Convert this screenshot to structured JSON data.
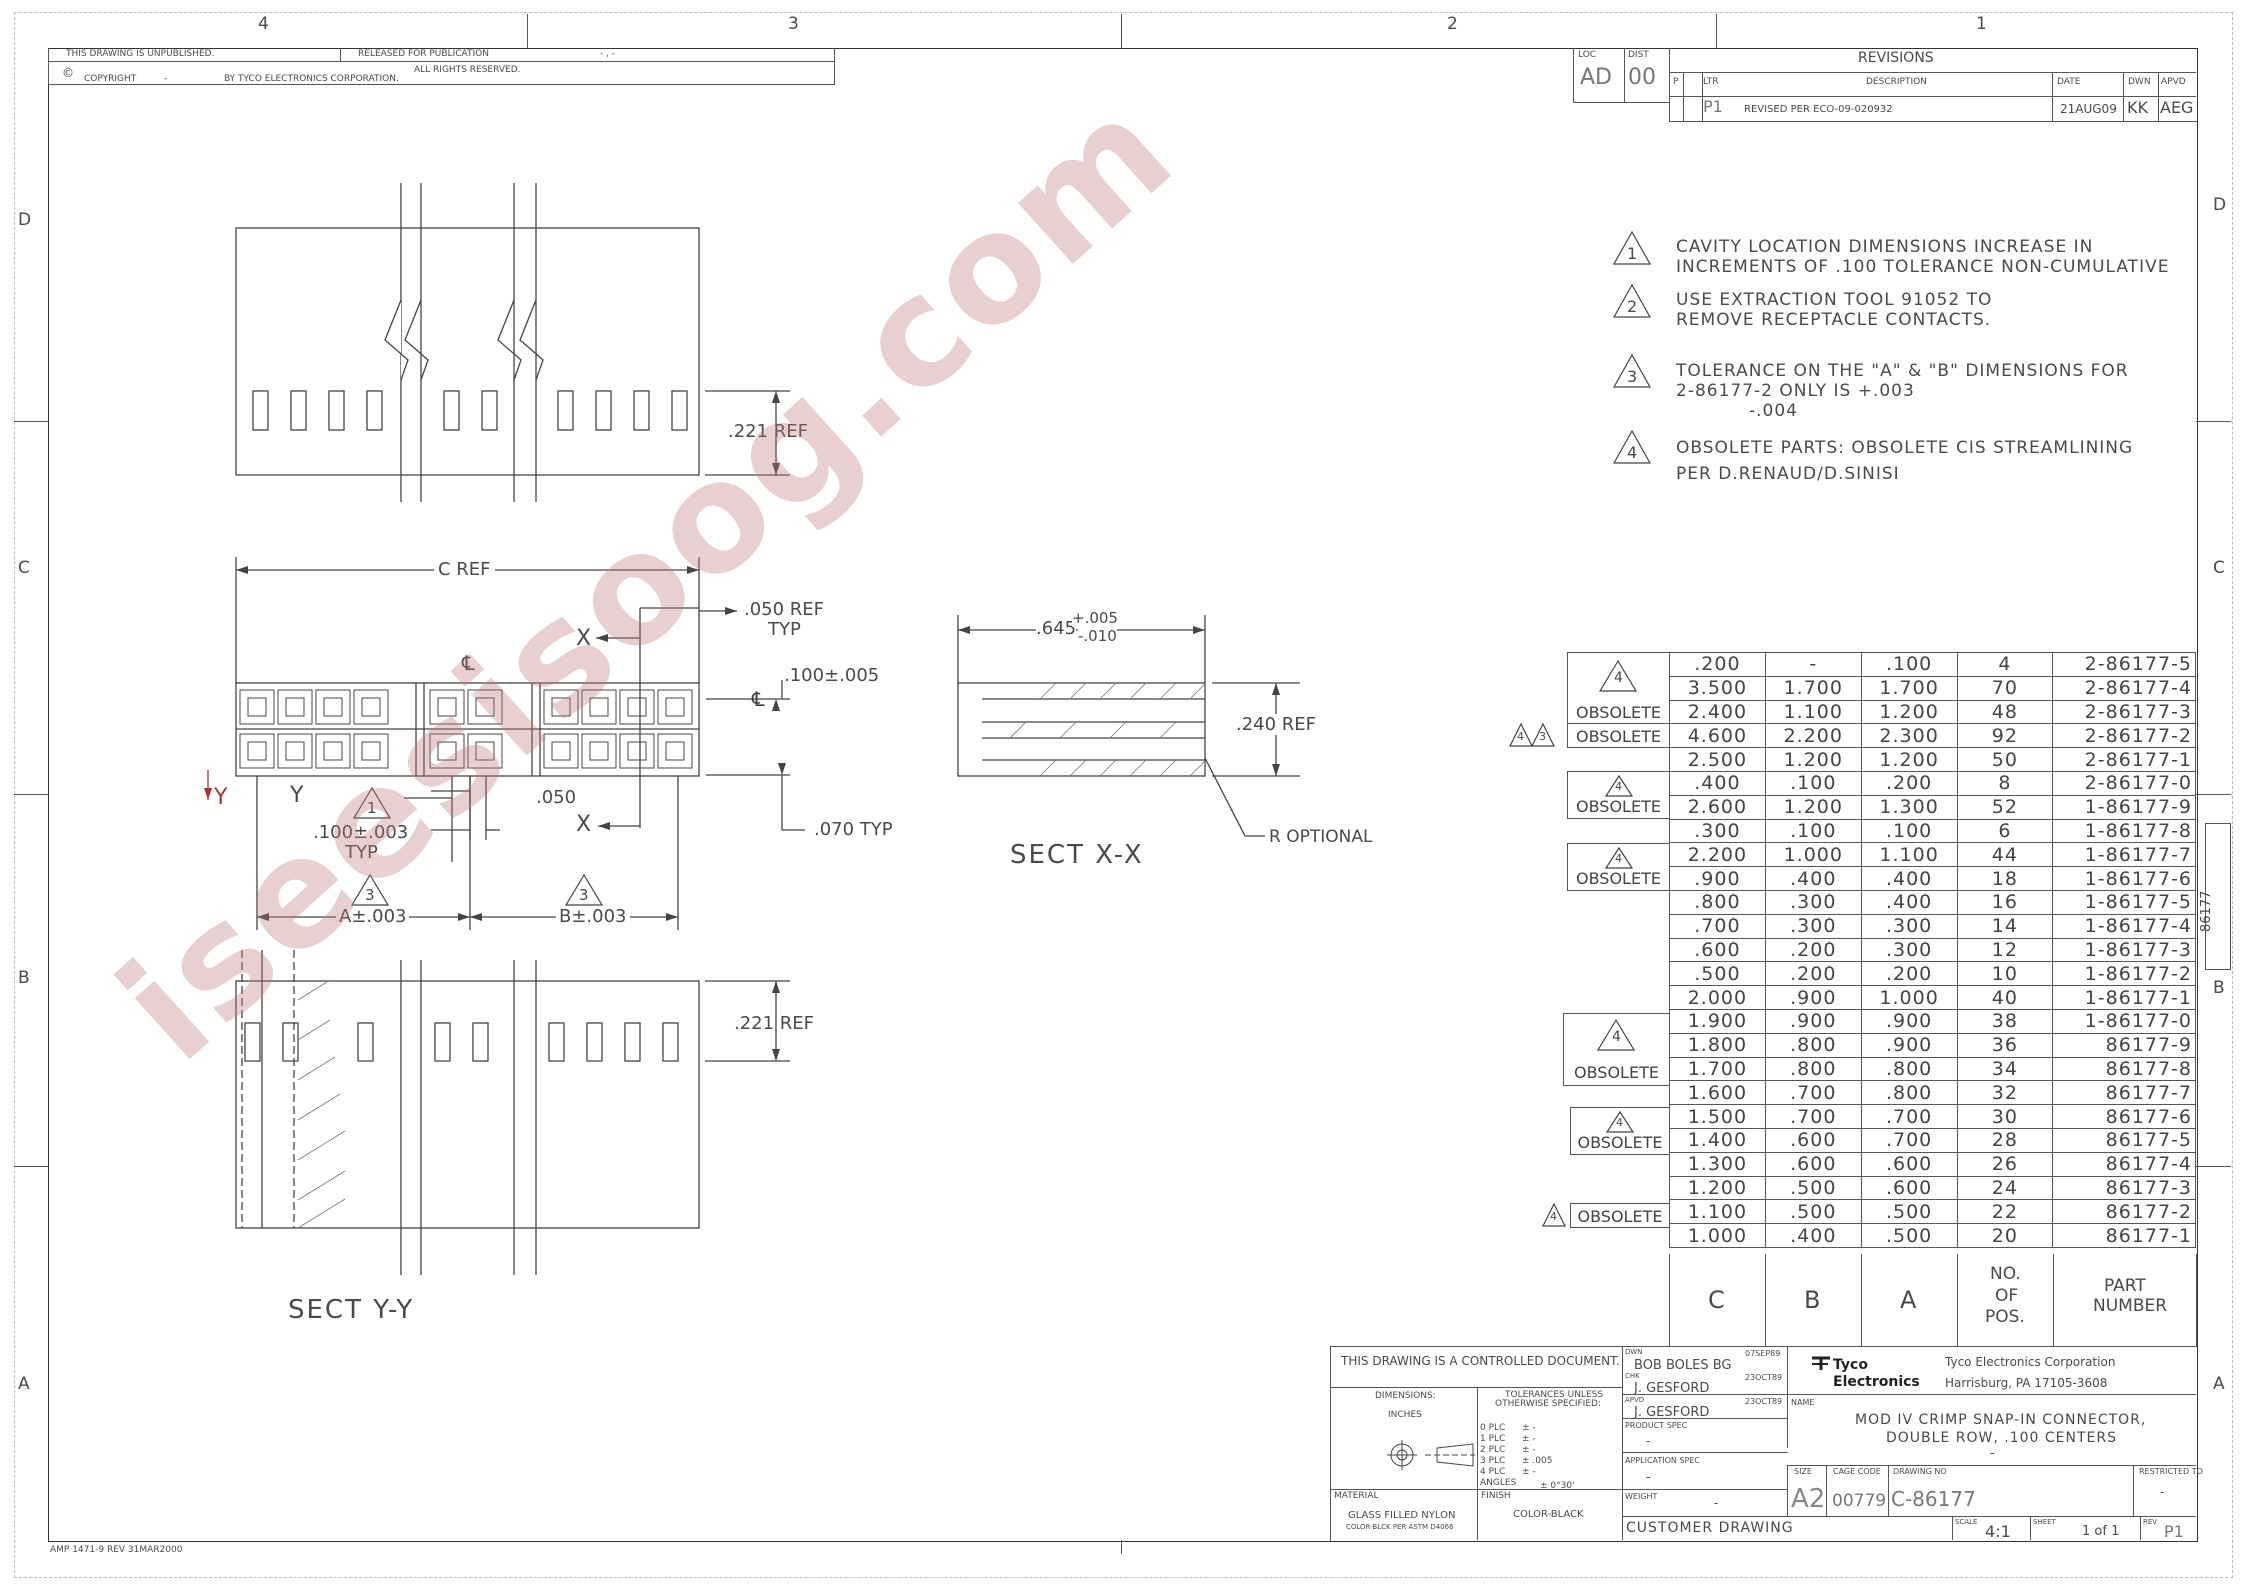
{
  "zones": {
    "top": [
      "4",
      "3",
      "2",
      "1"
    ],
    "side": [
      "D",
      "C",
      "B",
      "A"
    ]
  },
  "header": {
    "unpublished": "THIS DRAWING IS UNPUBLISHED.",
    "released": "RELEASED FOR PUBLICATION",
    "dash": "- , -",
    "copyright": "COPYRIGHT",
    "dash2": "-",
    "by": "BY TYCO ELECTRONICS CORPORATION.",
    "rights": "ALL RIGHTS RESERVED."
  },
  "revisions": {
    "title": "REVISIONS",
    "loc_label": "LOC",
    "loc": "AD",
    "dist_label": "DIST",
    "dist": "00",
    "cols": {
      "p": "P",
      "ltr": "LTR",
      "desc": "DESCRIPTION",
      "date": "DATE",
      "dwn": "DWN",
      "apvd": "APVD"
    },
    "row": {
      "ltr": "P1",
      "desc": "REVISED PER ECO-09-020932",
      "date": "21AUG09",
      "dwn": "KK",
      "apvd": "AEG"
    }
  },
  "notes": [
    {
      "num": "1",
      "line1": "CAVITY LOCATION DIMENSIONS INCREASE IN",
      "line2": "INCREMENTS OF .100 TOLERANCE NON-CUMULATIVE",
      "line3": ""
    },
    {
      "num": "2",
      "line1": "USE EXTRACTION TOOL 91052 TO",
      "line2": "REMOVE RECEPTACLE CONTACTS.",
      "line3": ""
    },
    {
      "num": "3",
      "line1": "TOLERANCE ON THE \"A\" & \"B\" DIMENSIONS FOR",
      "line2": "2-86177-2 ONLY IS    +.003",
      "line3": "-.004"
    },
    {
      "num": "4",
      "line1": "OBSOLETE PARTS: OBSOLETE CIS STREAMLINING",
      "line2": "PER D.RENAUD/D.SINISI",
      "line3": ""
    }
  ],
  "drawing": {
    "ref221": ".221 REF",
    "cref": "C REF",
    "ref050": ".050 REF",
    "typ": "TYP",
    "x": "X",
    "y": "Y",
    "cl": "℄",
    "d100": ".100±.005",
    "d050": ".050",
    "d070": ".070 TYP",
    "d100b": ".100±.003",
    "n1": "1",
    "n3": "3",
    "a003": "A±.003",
    "b003": "B±.003",
    "d645": ".645",
    "tol_plus": "+.005",
    "tol_minus": "-.010",
    "ref240": ".240 REF",
    "r_opt": "R OPTIONAL",
    "sect_x": "SECT X-X",
    "sect_y": "SECT Y-Y"
  },
  "parts_table": {
    "headers": {
      "c": "C",
      "b": "B",
      "a": "A",
      "pos": "NO. OF POS.",
      "pos1": "NO.",
      "pos2": "OF",
      "pos3": "POS.",
      "pn": "PART NUMBER",
      "pn1": "PART",
      "pn2": "NUMBER"
    },
    "obsolete": "OBSOLETE",
    "n4": "4",
    "n3": "3",
    "rows": [
      {
        "c": ".200",
        "b": "-",
        "a": ".100",
        "pos": "4",
        "pn": "2-86177-5"
      },
      {
        "c": "3.500",
        "b": "1.700",
        "a": "1.700",
        "pos": "70",
        "pn": "2-86177-4"
      },
      {
        "c": "2.400",
        "b": "1.100",
        "a": "1.200",
        "pos": "48",
        "pn": "2-86177-3"
      },
      {
        "c": "4.600",
        "b": "2.200",
        "a": "2.300",
        "pos": "92",
        "pn": "2-86177-2"
      },
      {
        "c": "2.500",
        "b": "1.200",
        "a": "1.200",
        "pos": "50",
        "pn": "2-86177-1"
      },
      {
        "c": ".400",
        "b": ".100",
        "a": ".200",
        "pos": "8",
        "pn": "2-86177-0"
      },
      {
        "c": "2.600",
        "b": "1.200",
        "a": "1.300",
        "pos": "52",
        "pn": "1-86177-9"
      },
      {
        "c": ".300",
        "b": ".100",
        "a": ".100",
        "pos": "6",
        "pn": "1-86177-8"
      },
      {
        "c": "2.200",
        "b": "1.000",
        "a": "1.100",
        "pos": "44",
        "pn": "1-86177-7"
      },
      {
        "c": ".900",
        "b": ".400",
        "a": ".400",
        "pos": "18",
        "pn": "1-86177-6"
      },
      {
        "c": ".800",
        "b": ".300",
        "a": ".400",
        "pos": "16",
        "pn": "1-86177-5"
      },
      {
        "c": ".700",
        "b": ".300",
        "a": ".300",
        "pos": "14",
        "pn": "1-86177-4"
      },
      {
        "c": ".600",
        "b": ".200",
        "a": ".300",
        "pos": "12",
        "pn": "1-86177-3"
      },
      {
        "c": ".500",
        "b": ".200",
        "a": ".200",
        "pos": "10",
        "pn": "1-86177-2"
      },
      {
        "c": "2.000",
        "b": ".900",
        "a": "1.000",
        "pos": "40",
        "pn": "1-86177-1"
      },
      {
        "c": "1.900",
        "b": ".900",
        "a": ".900",
        "pos": "38",
        "pn": "1-86177-0"
      },
      {
        "c": "1.800",
        "b": ".800",
        "a": ".900",
        "pos": "36",
        "pn": "86177-9"
      },
      {
        "c": "1.700",
        "b": ".800",
        "a": ".800",
        "pos": "34",
        "pn": "86177-8"
      },
      {
        "c": "1.600",
        "b": ".700",
        "a": ".800",
        "pos": "32",
        "pn": "86177-7"
      },
      {
        "c": "1.500",
        "b": ".700",
        "a": ".700",
        "pos": "30",
        "pn": "86177-6"
      },
      {
        "c": "1.400",
        "b": ".600",
        "a": ".700",
        "pos": "28",
        "pn": "86177-5"
      },
      {
        "c": "1.300",
        "b": ".600",
        "a": ".600",
        "pos": "26",
        "pn": "86177-4"
      },
      {
        "c": "1.200",
        "b": ".500",
        "a": ".600",
        "pos": "24",
        "pn": "86177-3"
      },
      {
        "c": "1.100",
        "b": ".500",
        "a": ".500",
        "pos": "22",
        "pn": "86177-2"
      },
      {
        "c": "1.000",
        "b": ".400",
        "a": ".500",
        "pos": "20",
        "pn": "86177-1"
      }
    ]
  },
  "side_tab": "86177",
  "title_block": {
    "controlled": "THIS DRAWING IS A CONTROLLED DOCUMENT.",
    "dimensions": "DIMENSIONS:",
    "inches": "INCHES",
    "tolerances1": "TOLERANCES UNLESS",
    "tolerances2": "OTHERWISE SPECIFIED:",
    "tol_rows": [
      {
        "k": "0 PLC",
        "v": "±  -"
      },
      {
        "k": "1 PLC",
        "v": "±  -"
      },
      {
        "k": "2 PLC",
        "v": "±  -"
      },
      {
        "k": "3 PLC",
        "v": "±  .005"
      },
      {
        "k": "4 PLC",
        "v": "±  -"
      },
      {
        "k": "ANGLES",
        "v": "±  0°30'"
      }
    ],
    "material_label": "MATERIAL",
    "material1": "GLASS FILLED NYLON",
    "material2": "COLOR-BLCK PER ASTM D4066",
    "finish_label": "FINISH",
    "finish": "COLOR-BLACK",
    "dwn_label": "DWN",
    "dwn_date": "07SEP89",
    "dwn": "BOB BOLES BG",
    "chk_label": "CHK",
    "chk_date": "23OCT89",
    "chk": "J. GESFORD",
    "apvd_label": "APVD",
    "apvd_date": "23OCT89",
    "apvd": "J. GESFORD",
    "product_spec": "PRODUCT SPEC",
    "product_val": "-",
    "app_spec": "APPLICATION SPEC",
    "app_val": "-",
    "weight_label": "WEIGHT",
    "weight": "-",
    "customer": "CUSTOMER DRAWING",
    "company": "Tyco Electronics Corporation",
    "address": "Harrisburg, PA 17105-3608",
    "logo1": "Tyco",
    "logo2": "Electronics",
    "name_label": "NAME",
    "name1": "MOD IV CRIMP SNAP-IN CONNECTOR,",
    "name2": "DOUBLE ROW, .100 CENTERS",
    "name3": "-",
    "size_label": "SIZE",
    "size": "A2",
    "cage_label": "CAGE CODE",
    "cage": "00779",
    "dwgno_label": "DRAWING NO",
    "dwgno": "C-86177",
    "restricted_label": "RESTRICTED TO",
    "restricted": "-",
    "scale_label": "SCALE",
    "scale": "4:1",
    "sheet_label": "SHEET",
    "sheet": "1 of 1",
    "rev_label": "REV",
    "rev": "P1"
  },
  "footer": "AMP 1471-9 REV 31MAR2000",
  "watermark": "iseesisoog.com"
}
